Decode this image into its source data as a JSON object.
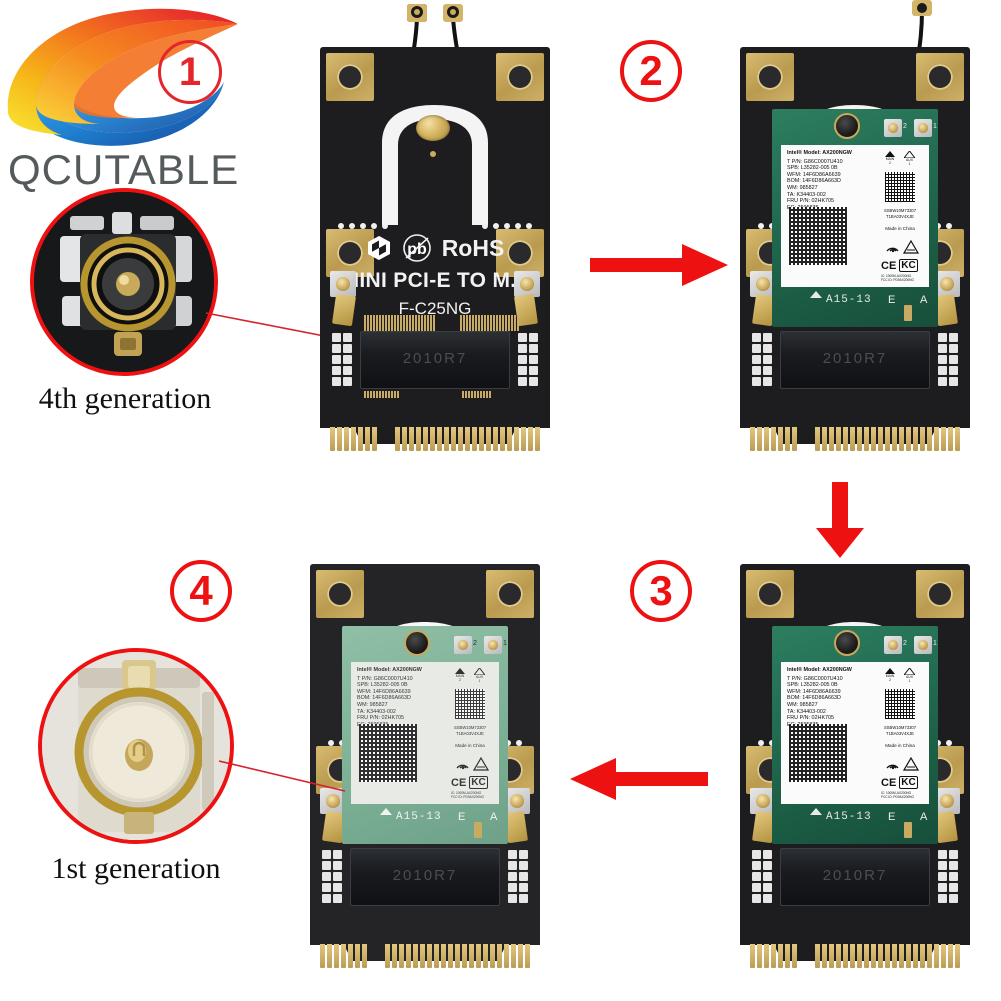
{
  "brand": {
    "name": "QCUTABLE",
    "logo_icon": "swirl-logo-icon",
    "badge_number": "1"
  },
  "steps": [
    {
      "number": "1",
      "badge_name": "step-badge-1"
    },
    {
      "number": "2",
      "badge_name": "step-badge-2"
    },
    {
      "number": "3",
      "badge_name": "step-badge-3"
    },
    {
      "number": "4",
      "badge_name": "step-badge-4"
    }
  ],
  "details": [
    {
      "caption": "4th generation",
      "icon": "ufl-connector-4th-gen-macro",
      "accent": "#ee1111"
    },
    {
      "caption": "1st generation",
      "icon": "ufl-connector-1st-gen-macro",
      "accent": "#ee1111"
    }
  ],
  "arrows": [
    {
      "direction": "right",
      "name": "arrow-step1-to-step2",
      "color": "#ee1111"
    },
    {
      "direction": "down",
      "name": "arrow-step2-to-step3",
      "color": "#ee1111"
    },
    {
      "direction": "left",
      "name": "arrow-step3-to-step4",
      "color": "#ee1111"
    }
  ],
  "adapter_board": {
    "rohs_text": "RoHS",
    "pb_text": "pb",
    "title": "MINI PCI-E TO M.2",
    "model": "F-C25NG",
    "socket_code": "2010R7",
    "logo_icon": "hexagon-logo-icon",
    "pb_icon": "lead-free-crossed-icon"
  },
  "wifi_card": {
    "label_lines": [
      "Intel® Model: AX200NGW",
      "T P/N: G86C0007U410",
      "SPB: L35282-005    0B",
      "WFM: 14F6D86A6639",
      "BOM: 14F6D86A663D",
      "WM: 985827",
      "TA: K34403-002",
      "FRU P/N: 02HK705",
      "EC: 2595835"
    ],
    "serial_1": "SSBW10M73307",
    "serial_2": "T1BA03V4XJE",
    "origin": "Made in China",
    "ant_main_label": "MAIN",
    "ant_main_num": "2",
    "ant_aux_label": "AUX",
    "ant_aux_num": "1",
    "pcb_code": "A15-13",
    "key_e": "E",
    "key_a": "A",
    "cert_ce": "CE",
    "cert_kc": "KC",
    "cert_ic_line1": "IC: 1000M-AX200NG",
    "cert_ic_line2": "FCC ID: PD9AX200NG",
    "connector_1_num": "1",
    "connector_2_num": "2"
  },
  "colors": {
    "accent_red": "#ee1111",
    "pcb_black": "#1d1d1f",
    "pcb_green": "#1d6148",
    "gold": "#c9ab63",
    "label_white": "#fbfbfb"
  }
}
